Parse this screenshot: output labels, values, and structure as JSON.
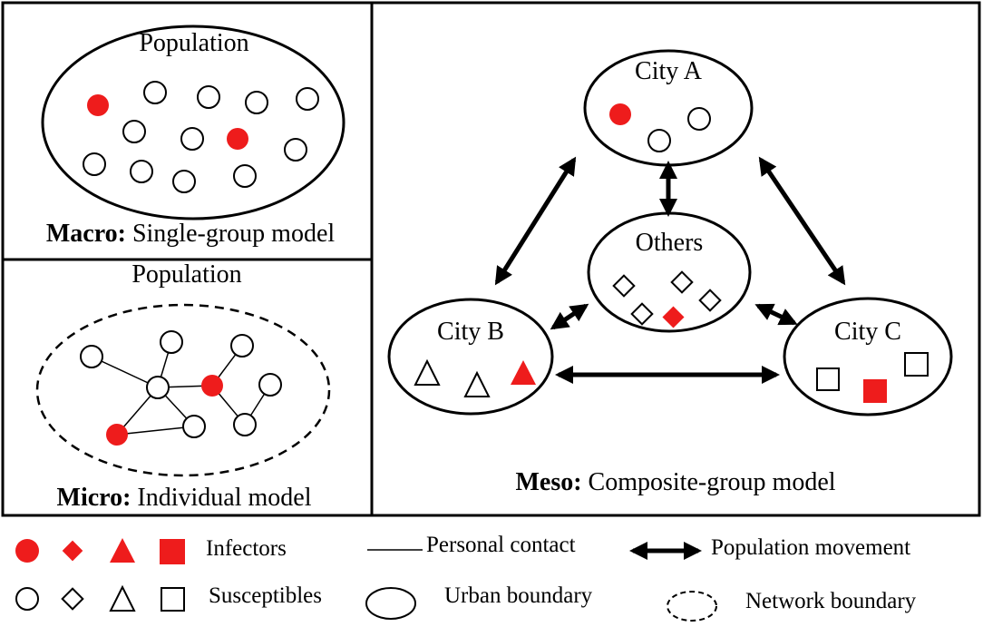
{
  "colors": {
    "infector": "#ee1c1c",
    "susceptible": "#ffffff",
    "stroke": "#000000"
  },
  "macro": {
    "title": "Population",
    "caption_bold": "Macro:",
    "caption_rest": " Single-group model"
  },
  "micro": {
    "title": "Population",
    "caption_bold": "Micro:",
    "caption_rest": " Individual model"
  },
  "meso": {
    "caption_bold": "Meso:",
    "caption_rest": " Composite-group model",
    "city_a": "City A",
    "city_b": "City B",
    "city_c": "City C",
    "others": "Others"
  },
  "legend": {
    "infectors": "Infectors",
    "susceptibles": "Susceptibles",
    "personal_contact": "Personal contact",
    "urban_boundary": "Urban boundary",
    "population_movement": "Population movement",
    "network_boundary": "Network boundary"
  }
}
